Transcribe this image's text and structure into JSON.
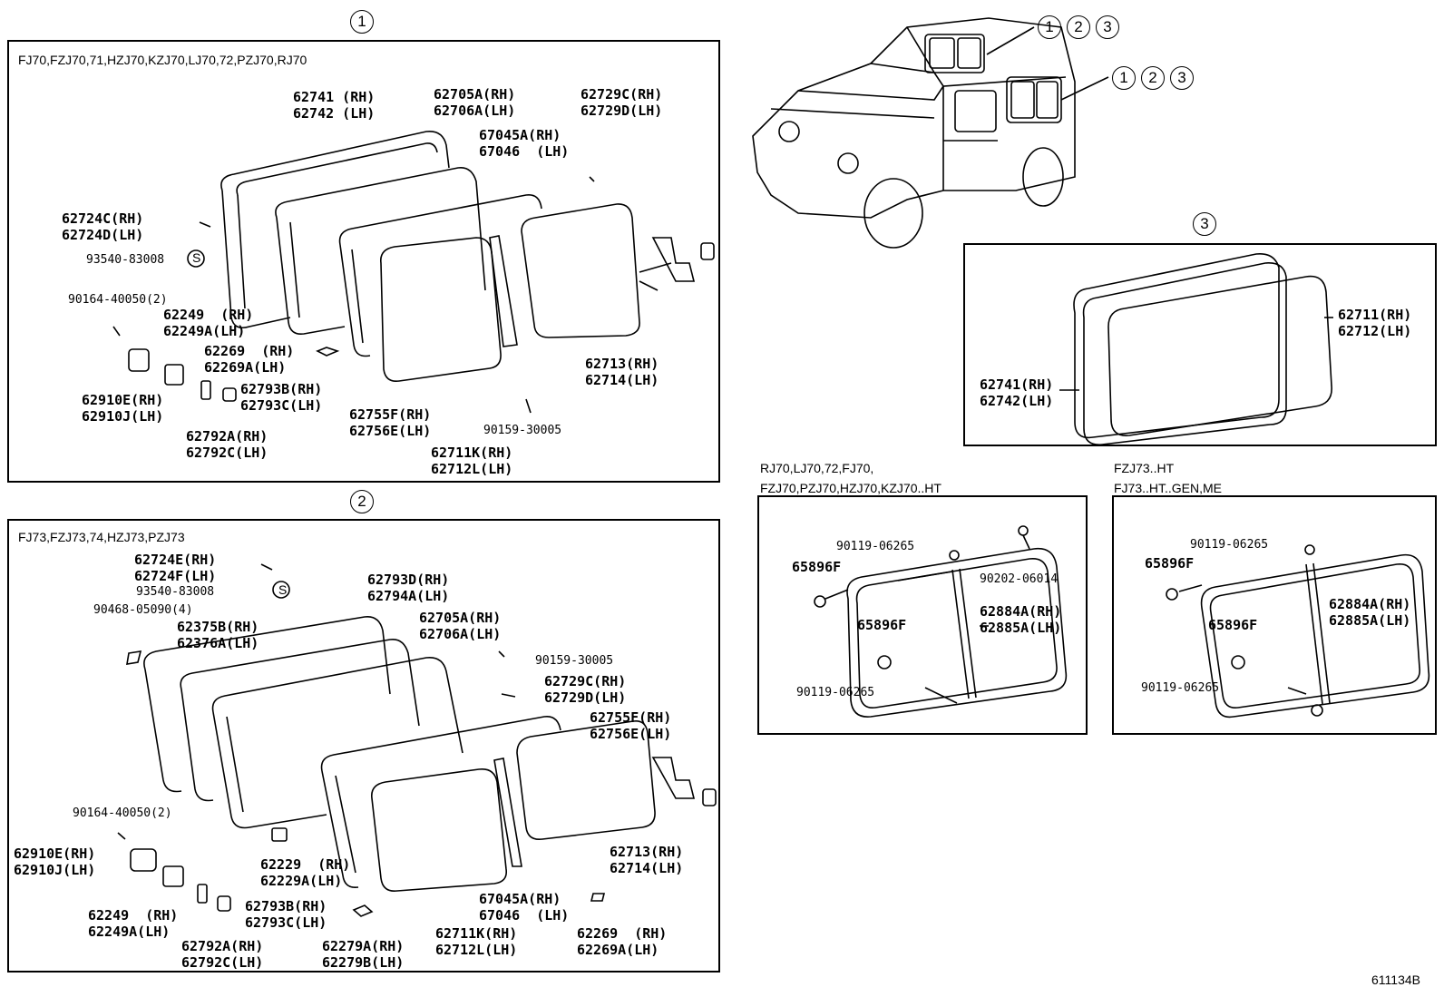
{
  "figure_id": "611134B",
  "section_markers": {
    "one": "1",
    "two": "2",
    "three": "3"
  },
  "callouts": {
    "roof_glass": [
      "1",
      "2",
      "3"
    ],
    "side_glass": [
      "1",
      "2",
      "3"
    ]
  },
  "panel1": {
    "models": "FJ70,FZJ70,71,HZJ70,KZJ70,LJ70,72,PZJ70,RJ70",
    "labels": [
      "62741 (RH)\n62742 (LH)",
      "62705A(RH)\n62706A(LH)",
      "62729C(RH)\n62729D(LH)",
      "67045A(RH)\n67046  (LH)",
      "62724C(RH)\n62724D(LH)",
      "93540-83008",
      "90164-40050(2)",
      "62249  (RH)\n62249A(LH)",
      "62269  (RH)\n62269A(LH)",
      "62793B(RH)\n62793C(LH)",
      "62910E(RH)\n62910J(LH)",
      "62755F(RH)\n62756E(LH)",
      "62713(RH)\n62714(LH)",
      "90159-30005",
      "62792A(RH)\n62792C(LH)",
      "62711K(RH)\n62712L(LH)"
    ]
  },
  "panel2": {
    "models": "FJ73,FZJ73,74,HZJ73,PZJ73",
    "labels": [
      "62724E(RH)\n62724F(LH)",
      "93540-83008",
      "90468-05090(4)",
      "62375B(RH)\n62376A(LH)",
      "62793D(RH)\n62794A(LH)",
      "62705A(RH)\n62706A(LH)",
      "90159-30005",
      "62729C(RH)\n62729D(LH)",
      "62755F(RH)\n62756E(LH)",
      "90164-40050(2)",
      "62910E(RH)\n62910J(LH)",
      "62229  (RH)\n62229A(LH)",
      "62713(RH)\n62714(LH)",
      "62249  (RH)\n62249A(LH)",
      "62793B(RH)\n62793C(LH)",
      "67045A(RH)\n67046  (LH)",
      "62269  (RH)\n62269A(LH)",
      "62792A(RH)\n62792C(LH)",
      "62279A(RH)\n62279B(LH)",
      "62711K(RH)\n62712L(LH)"
    ]
  },
  "panel3": {
    "labels": [
      "62711(RH)\n62712(LH)",
      "62741(RH)\n62742(LH)"
    ]
  },
  "panel4": {
    "models": "RJ70,LJ70,72,FJ70,\nFZJ70,PZJ70,HZJ70,KZJ70..HT",
    "labels": [
      "90119-06265",
      "65896F",
      "90202-06014",
      "65896F",
      "62884A(RH)\n62885A(LH)",
      "90119-06265"
    ]
  },
  "panel5": {
    "models": "FZJ73..HT\nFJ73..HT..GEN,ME",
    "labels": [
      "90119-06265",
      "65896F",
      "65896F",
      "62884A(RH)\n62885A(LH)",
      "90119-06265"
    ]
  },
  "s_mark": "S"
}
